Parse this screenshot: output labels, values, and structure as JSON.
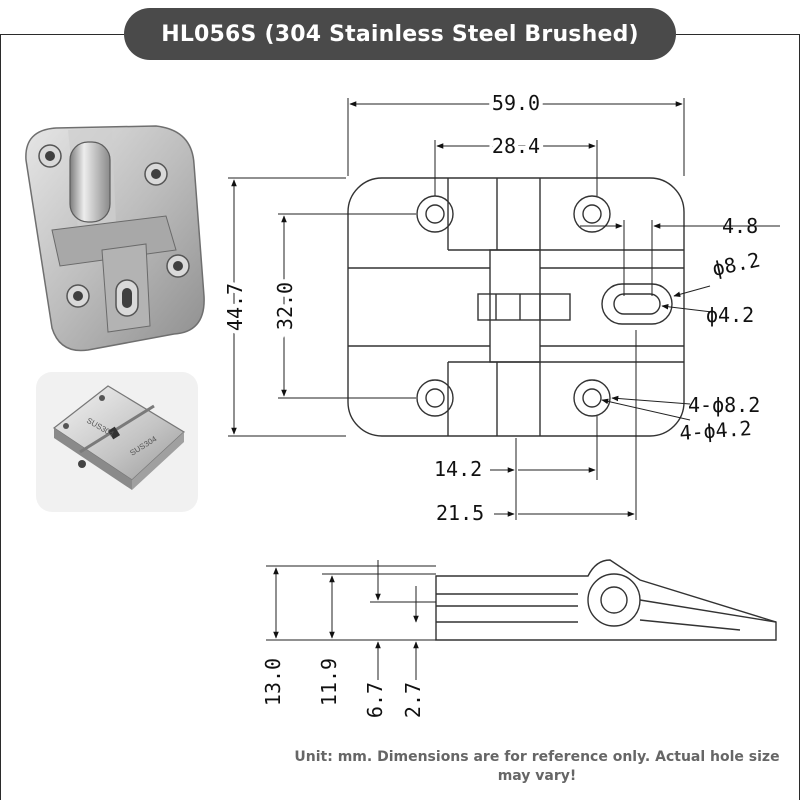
{
  "title": "HL056S (304 Stainless Steel Brushed)",
  "dimensions": {
    "overall_width": "59.0",
    "hole_spacing": "28.4",
    "slot_offset": "4.8",
    "overall_height": "44.7",
    "hole_vertical_spacing": "32.0",
    "slot_outer": "ϕ8.2",
    "slot_inner": "ϕ4.2",
    "holes_outer": "4-ϕ8.2",
    "holes_inner": "4-ϕ4.2",
    "center_to_hole": "14.2",
    "center_to_slot": "21.5",
    "side_thickness_total": "13.0",
    "side_thickness_leaf": "11.9",
    "side_offset_a": "6.7",
    "side_offset_b": "2.7"
  },
  "photo_labels": {
    "stamp_left": "SUS304",
    "stamp_right": "SUS304"
  },
  "note": "Unit: mm. Dimensions are for reference only. Actual hole size may vary!"
}
